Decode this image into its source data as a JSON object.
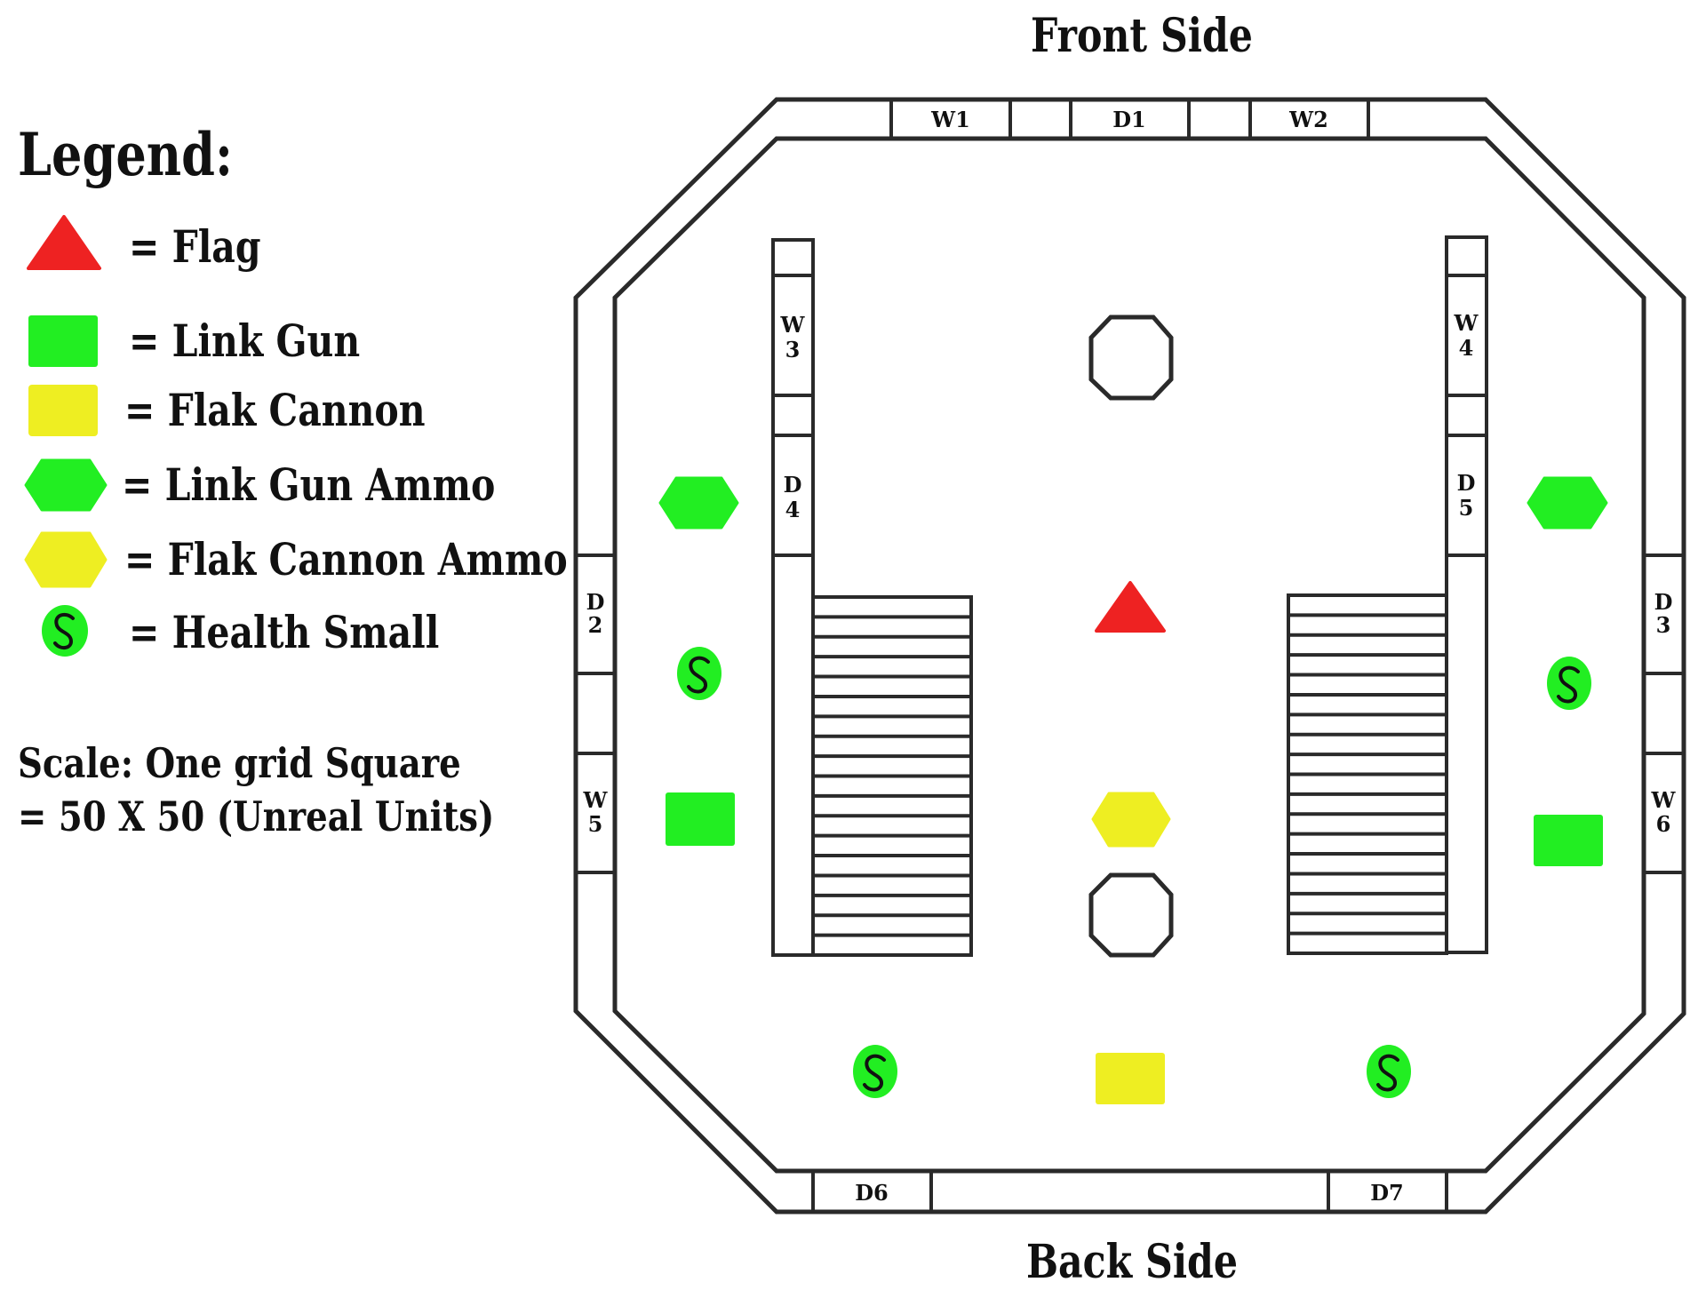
{
  "map": {
    "front_label": "Front Side",
    "back_label": "Back Side",
    "openings": {
      "w1": "W1",
      "d1": "D1",
      "w2": "W2",
      "d2": "D 2",
      "d3": "D 3",
      "w5": "W 5",
      "w6": "W 6",
      "w3": "W 3",
      "d4": "D 4",
      "w4": "W 4",
      "d5": "D 5",
      "d6": "D6",
      "d7": "D7"
    }
  },
  "legend": {
    "heading": "Legend:",
    "items": [
      {
        "label": "= Flag",
        "icon": "triangle-icon",
        "color": "#ee2222"
      },
      {
        "label": "= Link Gun",
        "icon": "square-icon",
        "color": "#22ee22"
      },
      {
        "label": "= Flak Cannon",
        "icon": "square-icon",
        "color": "#eeee22"
      },
      {
        "label": "= Link Gun Ammo",
        "icon": "hexagon-icon",
        "color": "#22ee22"
      },
      {
        "label": "= Flak Cannon Ammo",
        "icon": "hexagon-icon",
        "color": "#eeee22"
      },
      {
        "label": "= Health Small",
        "icon": "health-icon",
        "color": "#22ee22"
      }
    ]
  },
  "scale": {
    "line1": "Scale: One grid Square",
    "line2": "= 50 X 50 (Unreal Units)"
  },
  "colors": {
    "red": "#ee2222",
    "green": "#22ee22",
    "yellow": "#eeee22",
    "outline": "#2a2a2a"
  }
}
